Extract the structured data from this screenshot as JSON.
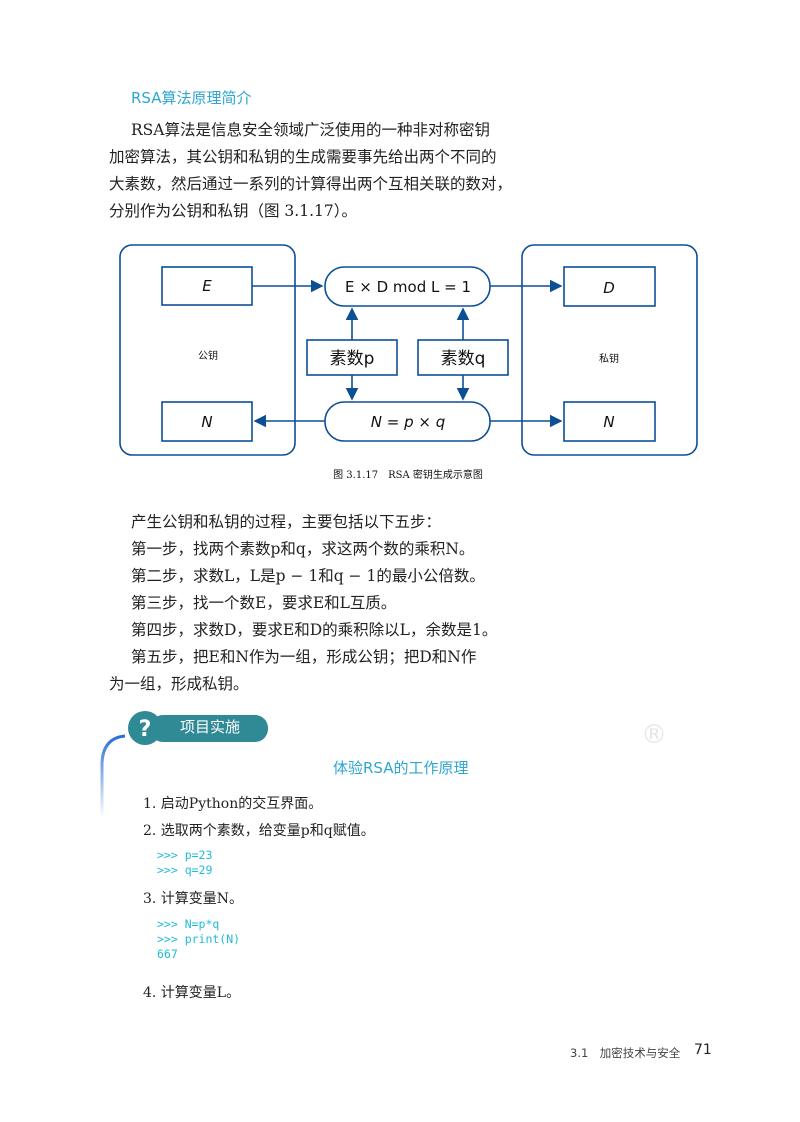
{
  "section_heading": "RSA算法原理简介",
  "intro": [
    "RSA算法是信息安全领域广泛使用的一种非对称密钥",
    "加密算法，其公钥和私钥的生成需要事先给出两个不同的",
    "大素数，然后通过一系列的计算得出两个互相关联的数对，",
    "分别作为公钥和私钥（图 3.1.17）。"
  ],
  "diagram": {
    "public_key_label": "公钥",
    "private_key_label": "私钥",
    "e": "E",
    "d": "D",
    "n_left": "N",
    "n_right": "N",
    "formula_top": "E × D mod L = 1",
    "formula_bottom": "N = p × q",
    "prime_p": "素数p",
    "prime_q": "素数q",
    "caption": "图 3.1.17　RSA 密钥生成示意图",
    "color": "#0d4f95"
  },
  "steps_intro": "产生公钥和私钥的过程，主要包括以下五步：",
  "steps": [
    "第一步，找两个素数p和q，求这两个数的乘积N。",
    "第二步，求数L，L是p − 1和q − 1的最小公倍数。",
    "第三步，找一个数E，要求E和L互质。",
    "第四步，求数D，要求E和D的乘积除以L，余数是1。",
    "第五步，把E和N作为一组，形成公钥；把D和N作",
    "为一组，形成私钥。"
  ],
  "project": {
    "badge": "项目实施",
    "title": "体验RSA的工作原理",
    "items": [
      {
        "text": "1. 启动Python的交互界面。",
        "code": []
      },
      {
        "text": "2. 选取两个素数，给变量p和q赋值。",
        "code": [
          ">>> p=23",
          ">>> q=29"
        ]
      },
      {
        "text": "3. 计算变量N。",
        "code": [
          ">>> N=p*q",
          ">>> print(N)",
          "667"
        ]
      },
      {
        "text": "4. 计算变量L。",
        "code": []
      }
    ]
  },
  "footer": {
    "section": "3.1　加密技术与安全",
    "page": "71"
  }
}
